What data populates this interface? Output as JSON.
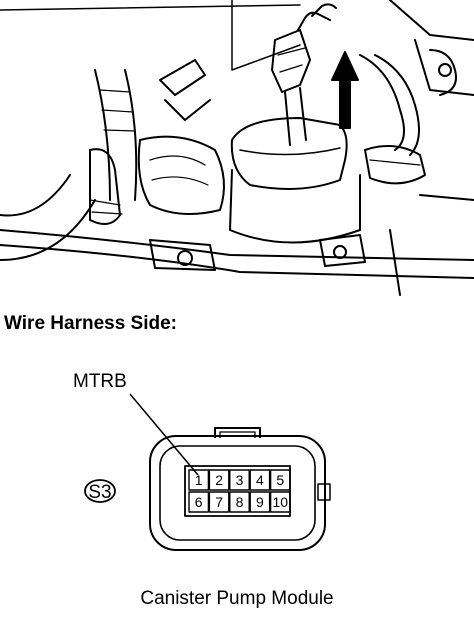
{
  "heading": "Wire Harness Side:",
  "pin_label": "MTRB",
  "connector_code": "S3",
  "pins_top": [
    "1",
    "2",
    "3",
    "4",
    "5"
  ],
  "pins_bottom": [
    "6",
    "7",
    "8",
    "9",
    "10"
  ],
  "caption": "Canister Pump Module",
  "illustration": {
    "subject": "engine-bay-connector-disconnect",
    "arrow": "up"
  }
}
